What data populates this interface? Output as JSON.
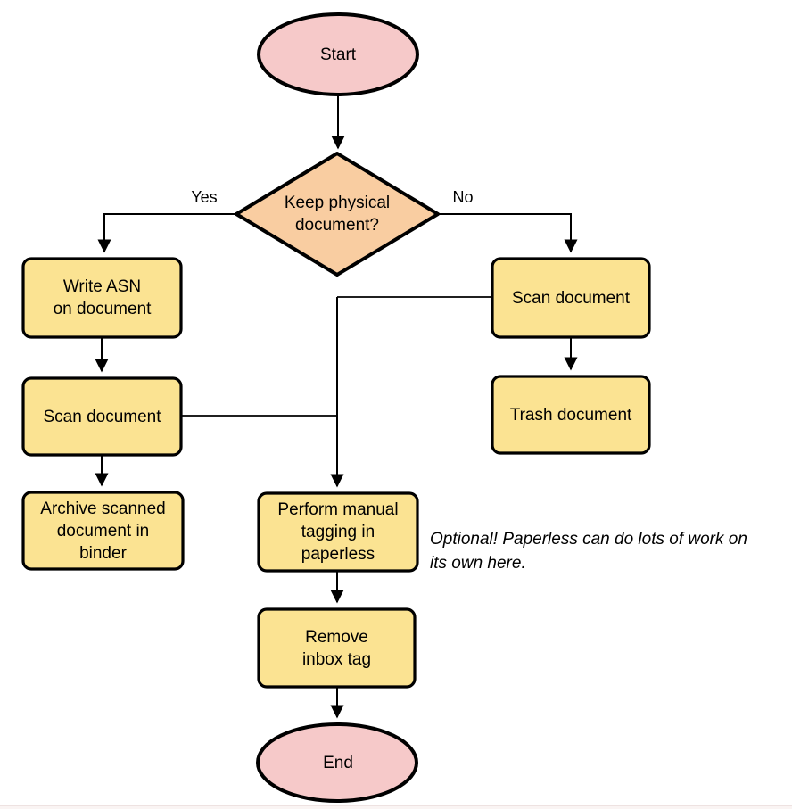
{
  "diagram": {
    "nodes": {
      "start": {
        "label": "Start"
      },
      "decision": {
        "label": "Keep physical\ndocument?"
      },
      "write_asn": {
        "label": "Write ASN\non document"
      },
      "scan_left": {
        "label": "Scan document"
      },
      "archive": {
        "label": "Archive scanned\ndocument in\nbinder"
      },
      "scan_right": {
        "label": "Scan document"
      },
      "trash": {
        "label": "Trash document"
      },
      "tagging": {
        "label": "Perform manual\ntagging in\npaperless"
      },
      "remove_inbox": {
        "label": "Remove\ninbox tag"
      },
      "end": {
        "label": "End"
      }
    },
    "edge_labels": {
      "yes": "Yes",
      "no": "No"
    },
    "annotation": "Optional! Paperless can do lots of work on\nits own here.",
    "colors": {
      "terminator_fill": "#F6C9C9",
      "decision_fill": "#F9CDA1",
      "process_fill": "#FBE392",
      "stroke": "#000000"
    }
  }
}
